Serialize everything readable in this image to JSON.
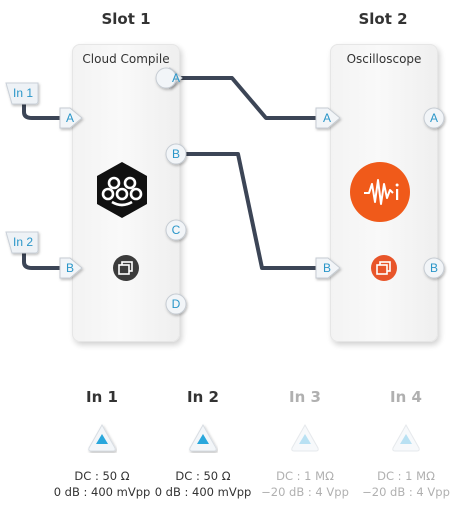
{
  "slots": [
    {
      "title": "Slot 1",
      "instrument": "Cloud Compile",
      "inputs": [
        "A",
        "B"
      ],
      "outputs": [
        "A",
        "B",
        "C",
        "D"
      ]
    },
    {
      "title": "Slot 2",
      "instrument": "Oscilloscope",
      "inputs": [
        "A",
        "B"
      ],
      "outputs": [
        "A",
        "B"
      ]
    }
  ],
  "external_inputs": [
    "In 1",
    "In 2"
  ],
  "channels": [
    {
      "title": "In 1",
      "coupling": "DC : 50 Ω",
      "range": "0 dB : 400 mVpp",
      "enabled": true
    },
    {
      "title": "In 2",
      "coupling": "DC : 50 Ω",
      "range": "0 dB : 400 mVpp",
      "enabled": true
    },
    {
      "title": "In 3",
      "coupling": "DC : 1 MΩ",
      "range": "−20 dB : 4 Vpp",
      "enabled": false
    },
    {
      "title": "In 4",
      "coupling": "DC : 1 MΩ",
      "range": "−20 dB : 4 Vpp",
      "enabled": false
    }
  ],
  "icons": {
    "cloud_compile": "cloud-compile-logo-icon",
    "oscilloscope": "oscilloscope-logo-icon",
    "window": "window-icon",
    "triangle": "triangle-up-icon"
  },
  "colors": {
    "accent": "#2a96c9",
    "wire": "#3c4556",
    "osc_orange": "#f05a1a",
    "dark_button": "#3b3b3b"
  }
}
